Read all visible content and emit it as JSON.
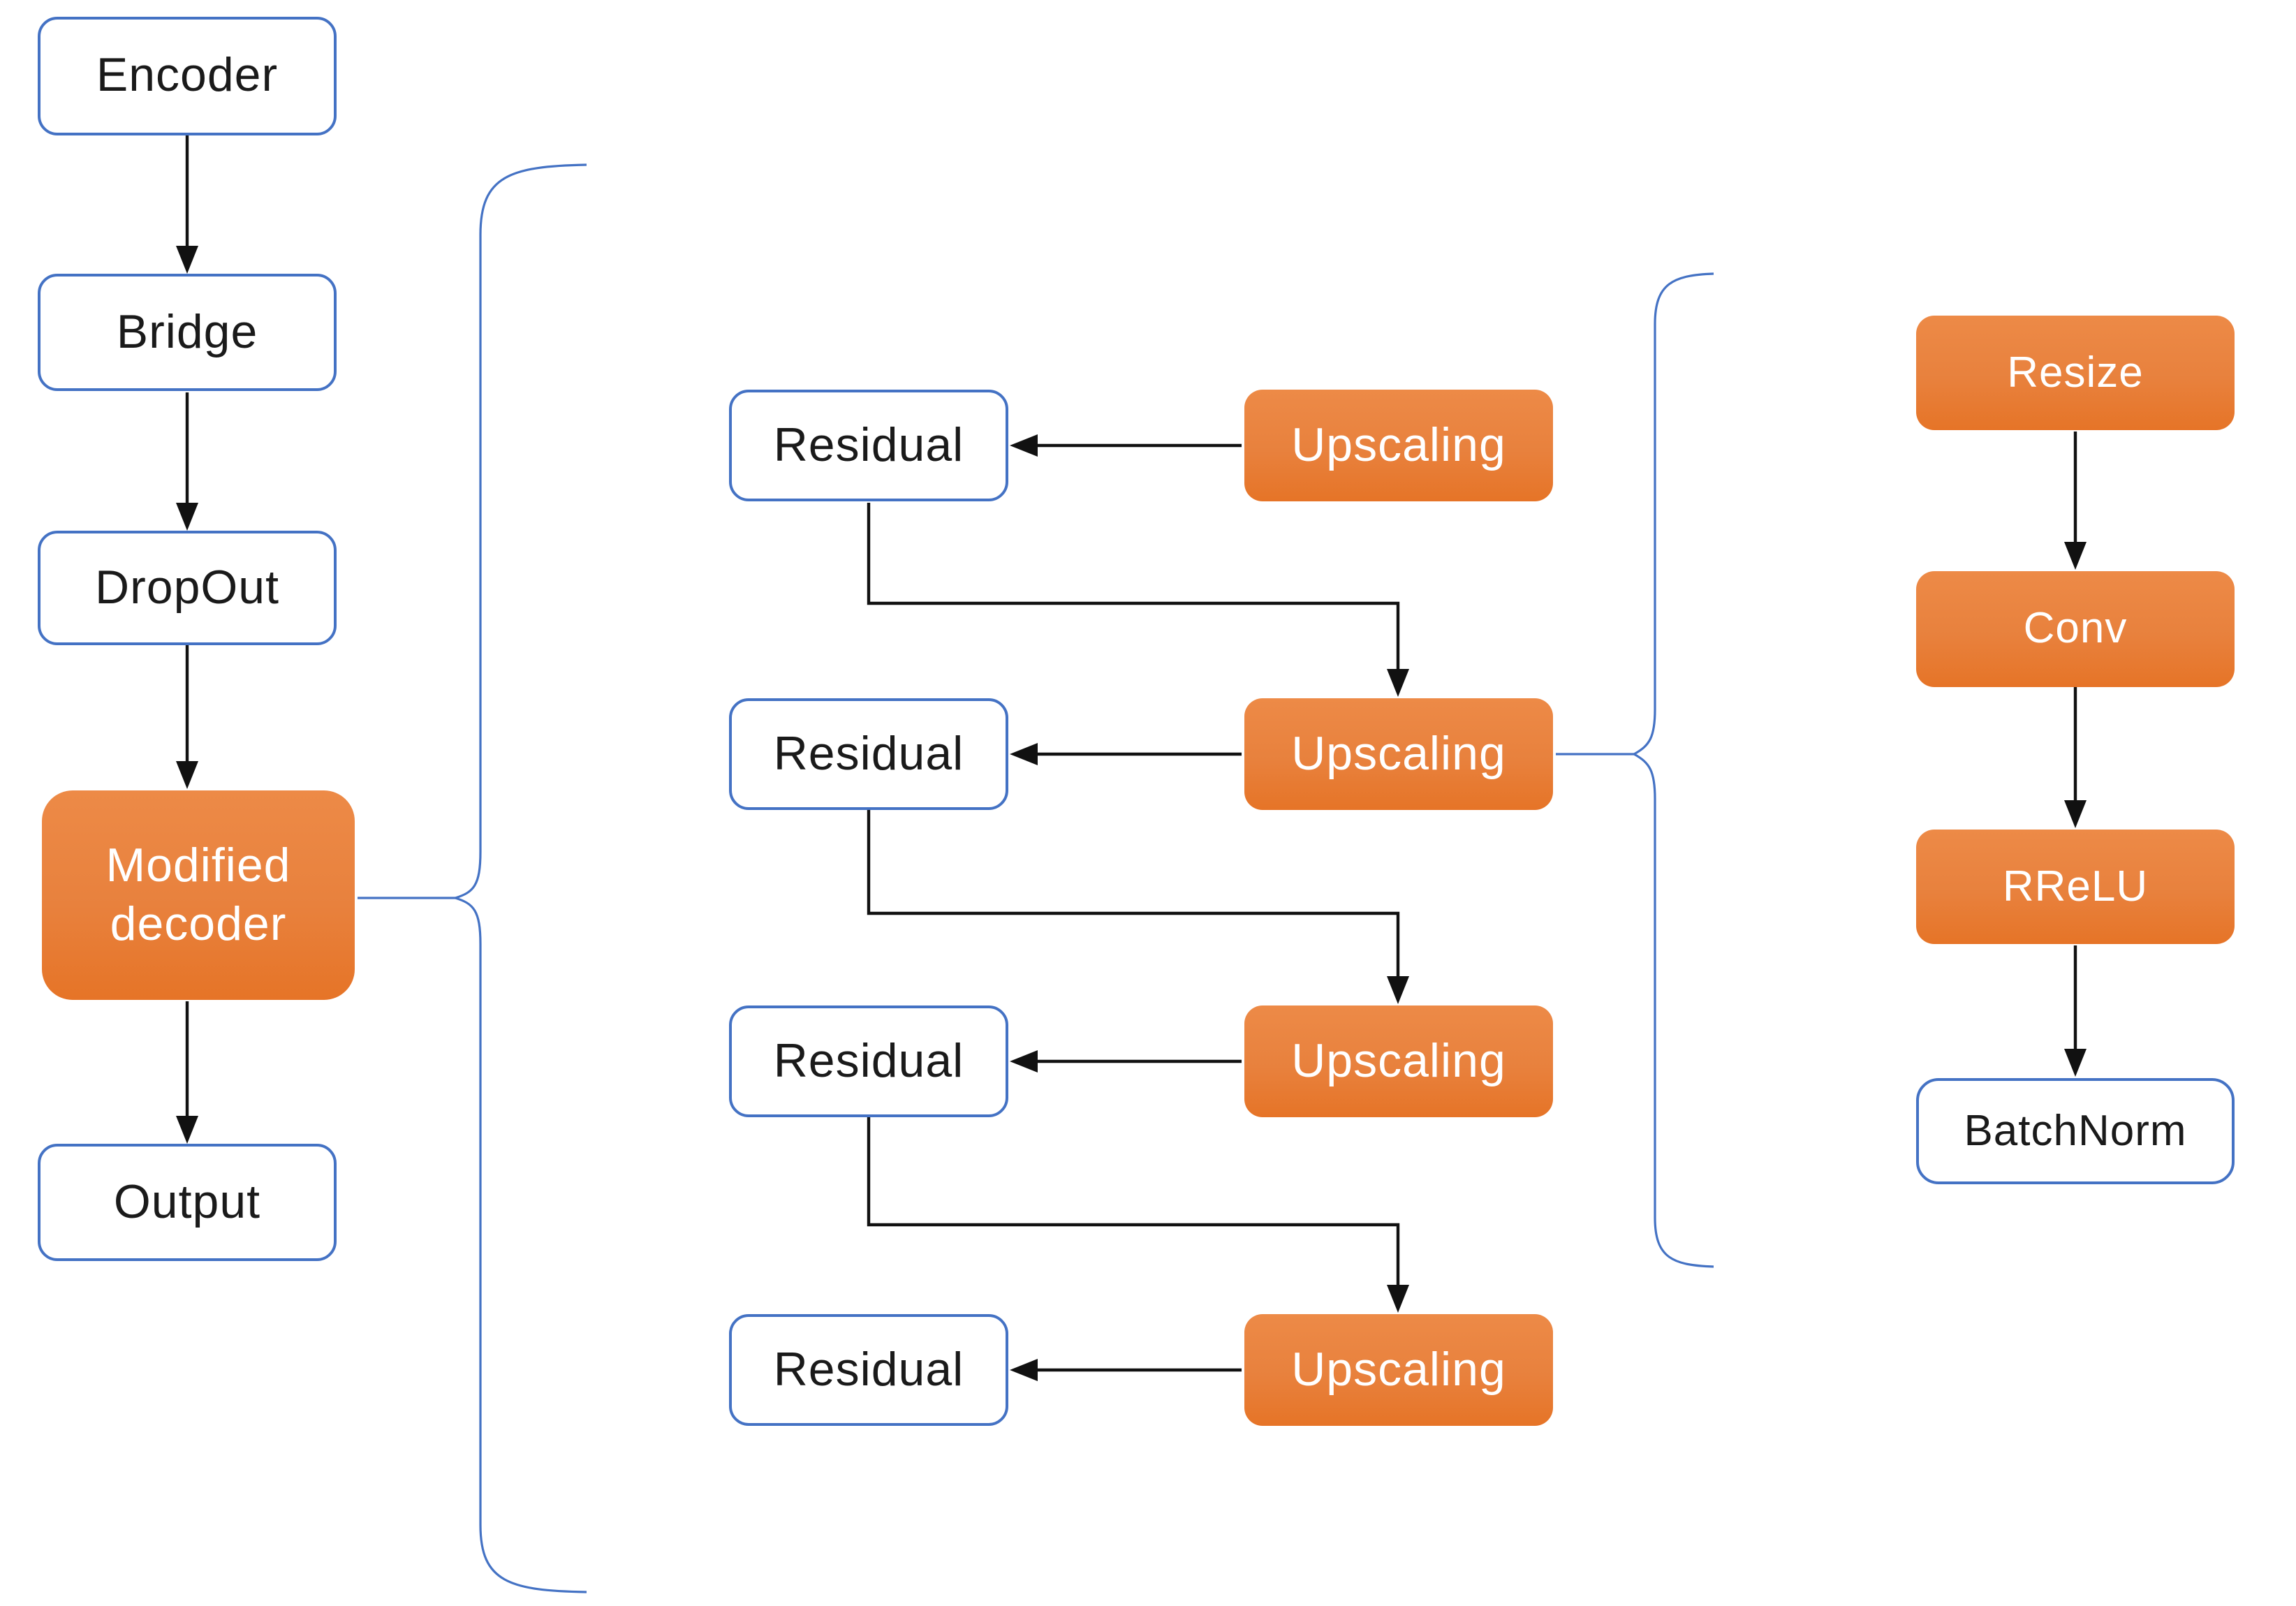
{
  "figure": {
    "type": "flow-diagram",
    "background": "#ffffff"
  },
  "colors": {
    "accent_orange": "#E8813D",
    "accent_orange_dark": "#E67427",
    "accent_orange_light": "#ED8A47",
    "outline_blue": "#4472C4",
    "arrow_black": "#111111",
    "text_dark": "#1a1a1a",
    "text_light": "#ffffff"
  },
  "main_pipeline": {
    "nodes": [
      {
        "label": "Encoder",
        "variant": "outline"
      },
      {
        "label": "Bridge",
        "variant": "outline"
      },
      {
        "label": "DropOut",
        "variant": "outline"
      },
      {
        "label": "Modified decoder",
        "variant": "filled"
      },
      {
        "label": "Output",
        "variant": "outline"
      }
    ]
  },
  "decoder_expansion": {
    "rows": [
      {
        "residual": "Residual",
        "upscaling": "Upscaling"
      },
      {
        "residual": "Residual",
        "upscaling": "Upscaling"
      },
      {
        "residual": "Residual",
        "upscaling": "Upscaling"
      },
      {
        "residual": "Residual",
        "upscaling": "Upscaling"
      }
    ]
  },
  "upscaling_expansion": {
    "nodes": [
      {
        "label": "Resize",
        "variant": "filled"
      },
      {
        "label": "Conv",
        "variant": "filled"
      },
      {
        "label": "RReLU",
        "variant": "filled"
      },
      {
        "label": "BatchNorm",
        "variant": "outline"
      }
    ]
  }
}
